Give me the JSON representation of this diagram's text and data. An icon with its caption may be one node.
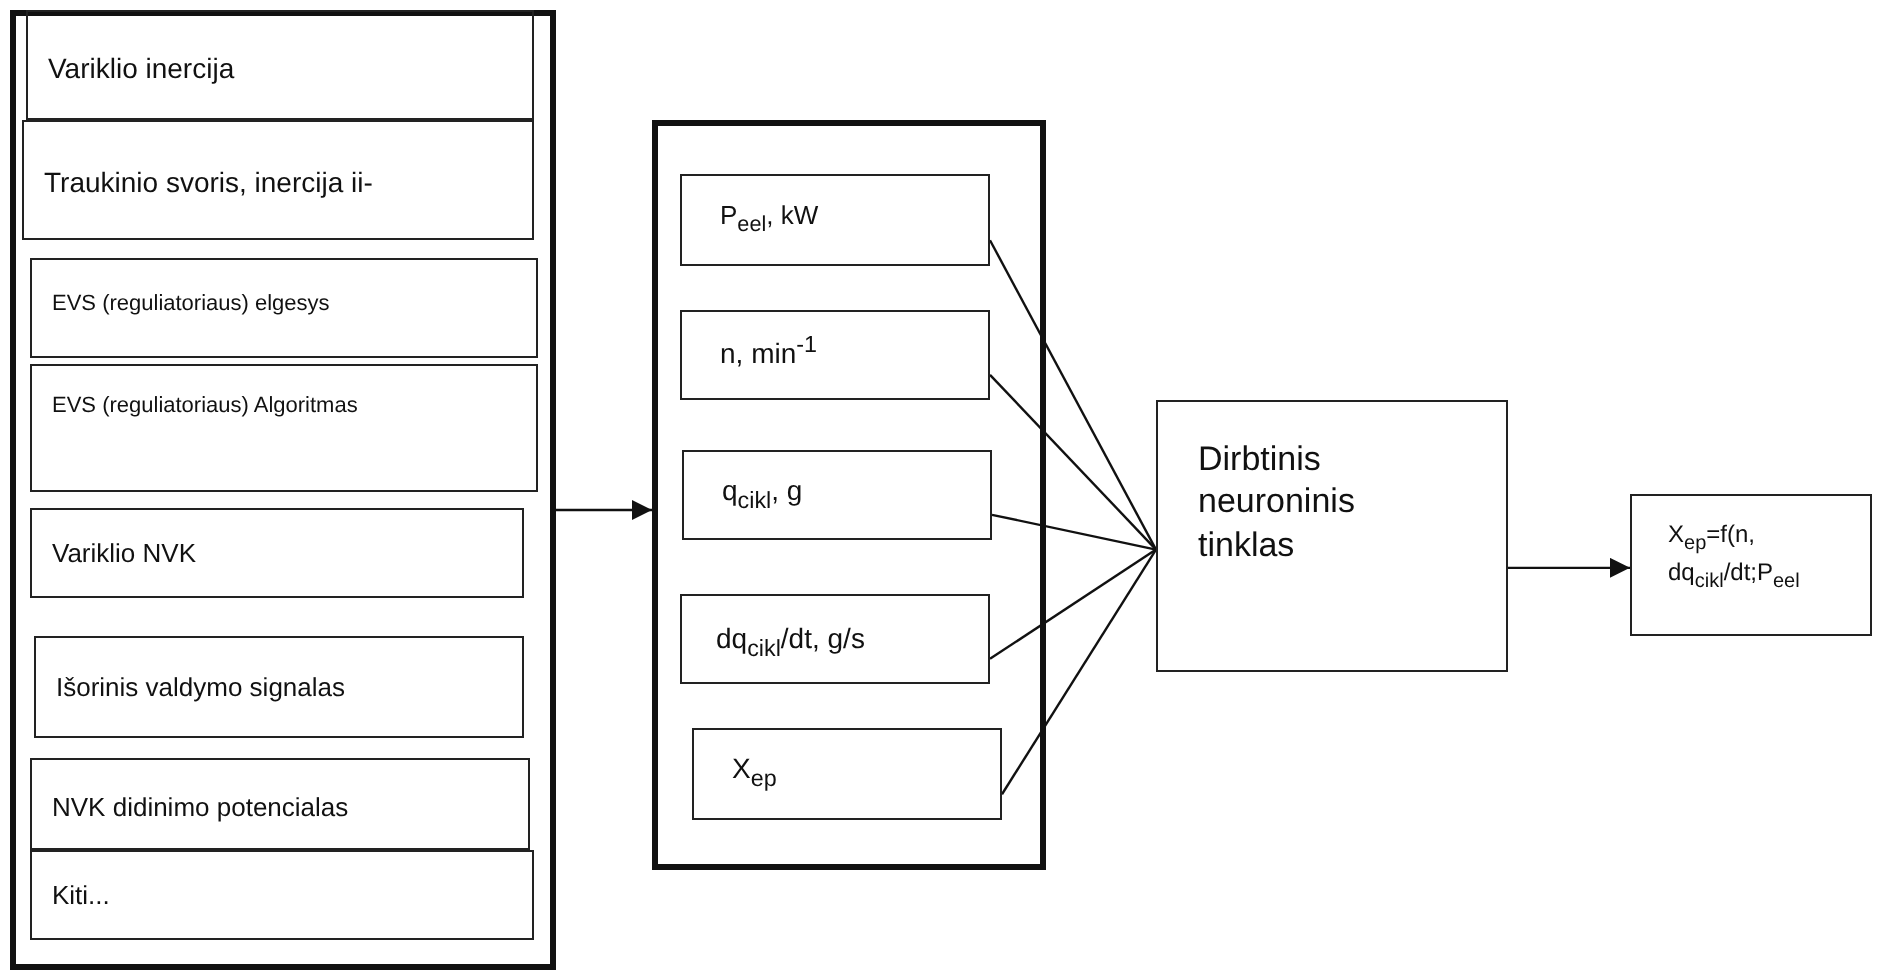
{
  "diagram": {
    "nodes": [
      {
        "text": [],
        "shape": "box"
      },
      {
        "text": [
          "Variklio inercija"
        ],
        "in": 0
      },
      {
        "text": [
          "Traukinio svoris, inercija ii-"
        ],
        "in": 0
      },
      {
        "text": [
          "EVS (reguliatoriaus) elgesys"
        ],
        "in": 0
      },
      {
        "text": [
          "EVS (reguliatoriaus) Algoritmas"
        ],
        "in": 0
      },
      {
        "text": [
          "Variklio NVK"
        ],
        "in": 0
      },
      {
        "text": [
          "Išorinis valdymo signalas"
        ],
        "in": 0
      },
      {
        "text": [
          "NVK didinimo potencialas"
        ],
        "in": 0
      },
      {
        "text": [
          "Kiti..."
        ],
        "in": 0
      },
      {
        "text": [],
        "shape": "box"
      },
      {
        "text": [
          "P$_{eel}$, kW"
        ],
        "in": 9
      },
      {
        "text": [
          "n, min$^{-1}$"
        ],
        "in": 9
      },
      {
        "text": [
          "q$_{cikl}$, g"
        ],
        "in": 9
      },
      {
        "text": [
          "dq$_{cikl}$/dt, g/s"
        ],
        "in": 9
      },
      {
        "text": [
          "X$_{ep}$"
        ],
        "in": 9
      },
      {
        "text": [
          "Dirbtinis neuroninis tinklas"
        ]
      },
      {
        "text": [
          "X$_{ep}$=f(n, dq$_{cikl}$/dt;P$_{eel}$"
        ]
      }
    ],
    "edges": [
      {
        "from": 0,
        "to": 9,
        "arrow": "to"
      },
      {
        "from": 10,
        "to": 15,
        "arrow": "none"
      },
      {
        "from": 11,
        "to": 15,
        "arrow": "none"
      },
      {
        "from": 12,
        "to": 15,
        "arrow": "none"
      },
      {
        "from": 13,
        "to": 15,
        "arrow": "none"
      },
      {
        "from": 14,
        "to": 15,
        "arrow": "none"
      },
      {
        "from": 15,
        "to": 16,
        "arrow": "to"
      }
    ]
  }
}
